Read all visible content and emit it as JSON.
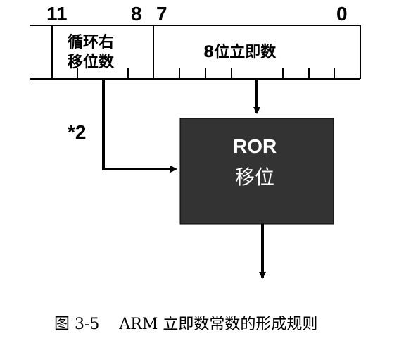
{
  "bit_labels": {
    "bit11": "11",
    "bit8": "8",
    "bit7": "7",
    "bit0": "0"
  },
  "fields": {
    "rotate_line1": "循环右",
    "rotate_line2": "移位数",
    "immediate": "8位立即数"
  },
  "multiplier": "*2",
  "ror_box": {
    "title": "ROR",
    "subtitle": "移位",
    "fill_color": "#333333"
  },
  "caption": "图 3-5    ARM 立即数常数的形成规则"
}
